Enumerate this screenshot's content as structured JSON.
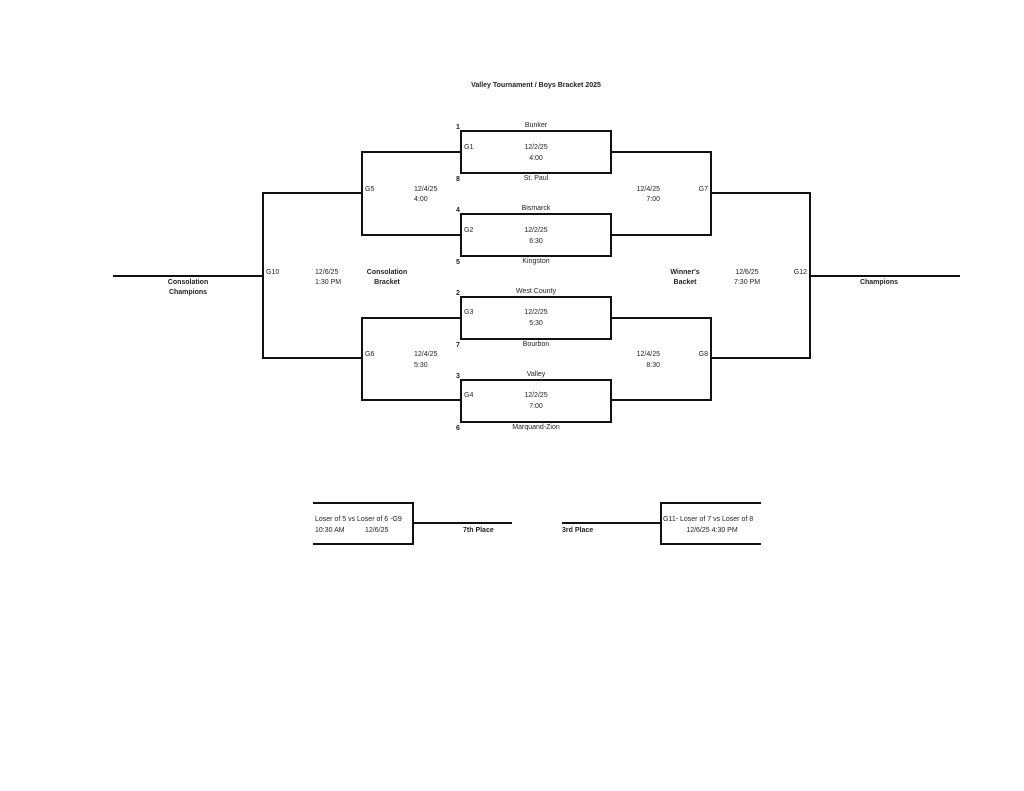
{
  "title": "Valley Tournament / Boys Bracket 2025",
  "colors": {
    "line": "#111111",
    "text": "#222222"
  },
  "seeds": [
    {
      "seed": "1",
      "team": "Bunker"
    },
    {
      "seed": "8",
      "team": "St. Paul"
    },
    {
      "seed": "4",
      "team": "Bismarck"
    },
    {
      "seed": "5",
      "team": "Kingston"
    },
    {
      "seed": "2",
      "team": "West County"
    },
    {
      "seed": "7",
      "team": "Bourbon"
    },
    {
      "seed": "3",
      "team": "Valley"
    },
    {
      "seed": "6",
      "team": "Marquand-Zion"
    }
  ],
  "games": {
    "g1": {
      "label": "G1",
      "date": "12/2/25",
      "time": "4:00"
    },
    "g2": {
      "label": "G2",
      "date": "12/2/25",
      "time": "6:30"
    },
    "g3": {
      "label": "G3",
      "date": "12/2/25",
      "time": "5:30"
    },
    "g4": {
      "label": "G4",
      "date": "12/2/25",
      "time": "7:00"
    },
    "g5": {
      "label": "G5",
      "date": "12/4/25",
      "time": "4:00"
    },
    "g6": {
      "label": "G6",
      "date": "12/4/25",
      "time": "5:30"
    },
    "g7": {
      "label": "G7",
      "date": "12/4/25",
      "time": "7:00"
    },
    "g8": {
      "label": "G8",
      "date": "12/4/25",
      "time": "8:30"
    },
    "g10": {
      "label": "G10",
      "date": "12/6/25",
      "time": "1:30 PM"
    },
    "g12": {
      "label": "G12",
      "date": "12/6/25",
      "time": "7:30 PM"
    }
  },
  "labels": {
    "consolation_champions_1": "Consolation",
    "consolation_champions_2": "Champions",
    "consolation_bracket_1": "Consolation",
    "consolation_bracket_2": "Bracket",
    "winners_bracket_1": "Winner's",
    "winners_bracket_2": "Backet",
    "champions": "Champions"
  },
  "placement": {
    "seventh": {
      "matchup": "Loser of 5 vs Loser of 6 -G9",
      "time": "10:30 AM",
      "date": "12/6/25",
      "label": "7th Place"
    },
    "third": {
      "matchup": "G11- Loser of 7 vs Loser of 8",
      "datetime": "12/6/25  4:30 PM",
      "label": "3rd Place"
    }
  }
}
